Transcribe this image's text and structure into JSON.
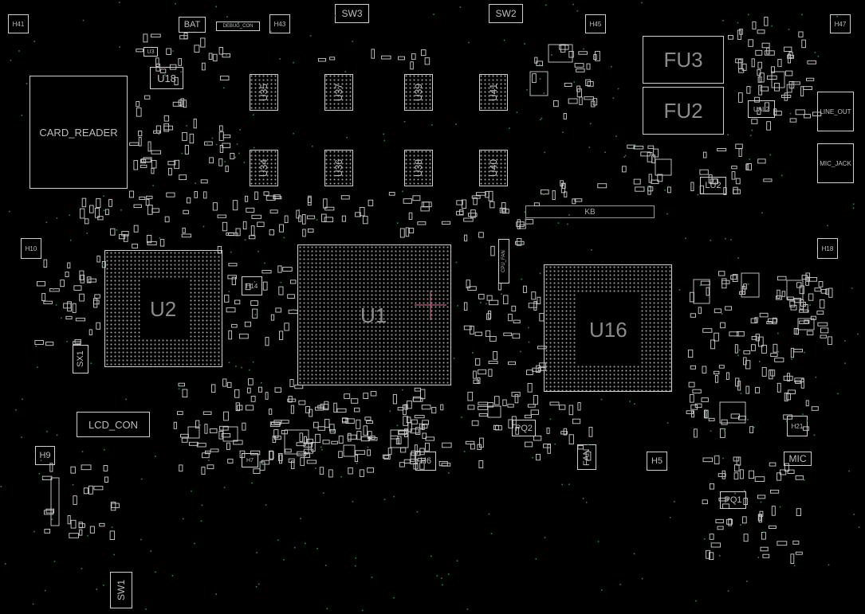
{
  "labels": {
    "h41": "H41",
    "bat": "BAT",
    "debug_con": "DEBUG_CON",
    "h43": "H43",
    "sw3": "SW3",
    "sw2": "SW2",
    "h45": "H45",
    "h47": "H47",
    "u3": "U3",
    "u18": "U18",
    "card_reader": "CARD_READER",
    "u35": "U35",
    "u37": "U37",
    "u39": "U39",
    "u41": "U41",
    "u34": "U34",
    "u36": "U36",
    "u38": "U38",
    "u40": "U40",
    "fu3": "FU3",
    "fu2": "FU2",
    "ual2": "UAL2",
    "line_out": "LINE_OUT",
    "mic_jack": "MIC_JACK",
    "lu2": "LU2",
    "kb": "KB",
    "h10": "H10",
    "u2": "U2",
    "u1": "U1",
    "u16": "U16",
    "h14": "H14",
    "h18": "H18",
    "sx1": "SX1",
    "lcd_con": "LCD_CON",
    "h9": "H9",
    "h7": "H7",
    "h6": "H6",
    "pq2": "PQ2",
    "fan": "FAN",
    "h5": "H5",
    "h21": "H21",
    "mic": "MIC",
    "pq1": "PQ1",
    "sw1": "SW1",
    "cpu_fan_con": "CPU_FAN"
  },
  "colors": {
    "background": "#000000",
    "outline": "#cfcfcf",
    "label_large": "#8a8a8a",
    "via": "#1f8a5a",
    "crosshair": "#c0607a"
  }
}
